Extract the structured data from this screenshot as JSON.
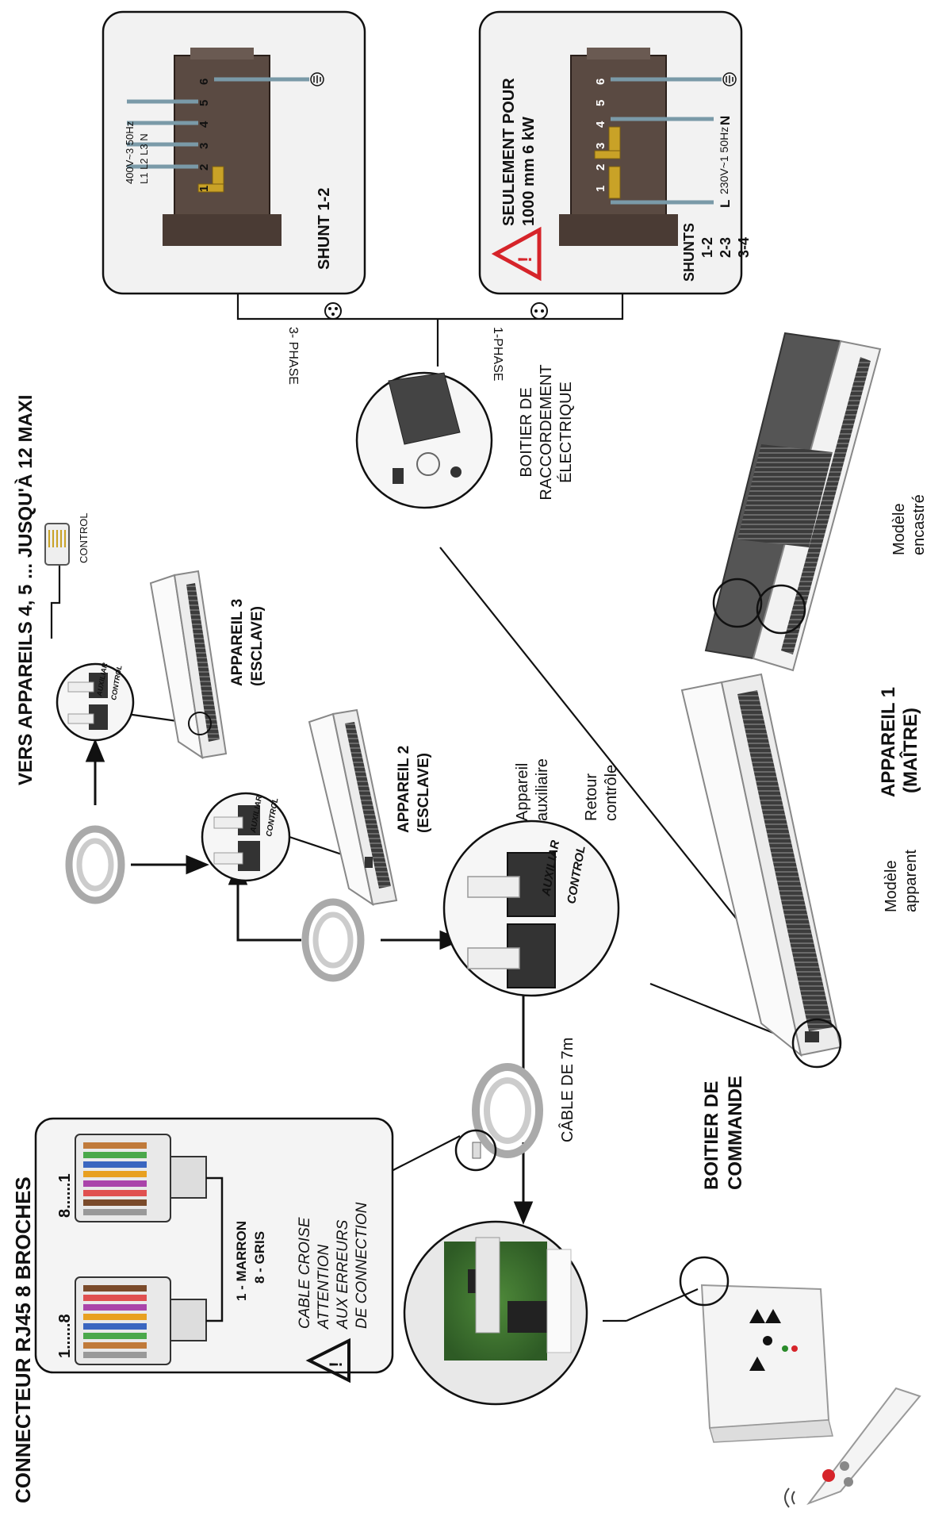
{
  "labels": {
    "connector_title": "CONNECTEUR RJ45 8 BROCHES",
    "pins_left": "1......8",
    "pins_right": "8......1",
    "wire_1": "1 - MARRON",
    "wire_8": "8 - GRIS",
    "warning_line1": "CABLE CROISE",
    "warning_line2": "ATTENTION",
    "warning_line3": "AUX ERREURS",
    "warning_line4": "DE CONNECTION",
    "cable_7m": "CÂBLE DE 7m",
    "boitier_commande_1": "BOITIER DE",
    "boitier_commande_2": "COMMANDE",
    "auxiliar": "AUXILIAR",
    "control": "CONTROL",
    "control_small": "CONTROL",
    "appareil_aux_1": "Appareil",
    "appareil_aux_2": "auxiliaire",
    "retour_1": "Retour",
    "retour_2": "contrôle",
    "modele_apparent_1": "Modèle",
    "modele_apparent_2": "apparent",
    "appareil1_1": "APPAREIL 1",
    "appareil1_2": "(MAÎTRE)",
    "modele_encastre_1": "Modèle",
    "modele_encastre_2": "encastré",
    "appareil2_1": "APPAREIL 2",
    "appareil2_2": "(ESCLAVE)",
    "appareil3_1": "APPAREIL 3",
    "appareil3_2": "(ESCLAVE)",
    "vers_appareils": "VERS APPAREILS 4, 5 ... JUSQU'À 12 MAXI",
    "boitier_racc_1": "BOITIER DE",
    "boitier_racc_2": "RACCORDEMENT",
    "boitier_racc_3": "ÉLECTRIQUE",
    "phase3": "3- PHASE",
    "phase1": "1-PHASE",
    "shunt12": "SHUNT 1-2",
    "voltage3": "400V~3 50Hz",
    "l1l2l3n": "L1 L2 L3 N",
    "seulement_1": "SEULEMENT POUR",
    "seulement_2": "1000 mm 6 kW",
    "shunts": "SHUNTS",
    "shunt_a": "1-2",
    "shunt_b": "2-3",
    "shunt_c": "3-4",
    "voltage1": "230V~1 50Hz",
    "term_L": "L",
    "term_N": "N",
    "t1": "1",
    "t2": "2",
    "t3": "3",
    "t4": "4",
    "t5": "5",
    "t6": "6"
  },
  "colors": {
    "line": "#111111",
    "panel_bg": "#f2f2f2",
    "terminal_brown": "#5a4a42",
    "heater_dark": "#4a4a4a",
    "warning_red": "#d6242a",
    "shunt_gold": "#c9a227"
  }
}
